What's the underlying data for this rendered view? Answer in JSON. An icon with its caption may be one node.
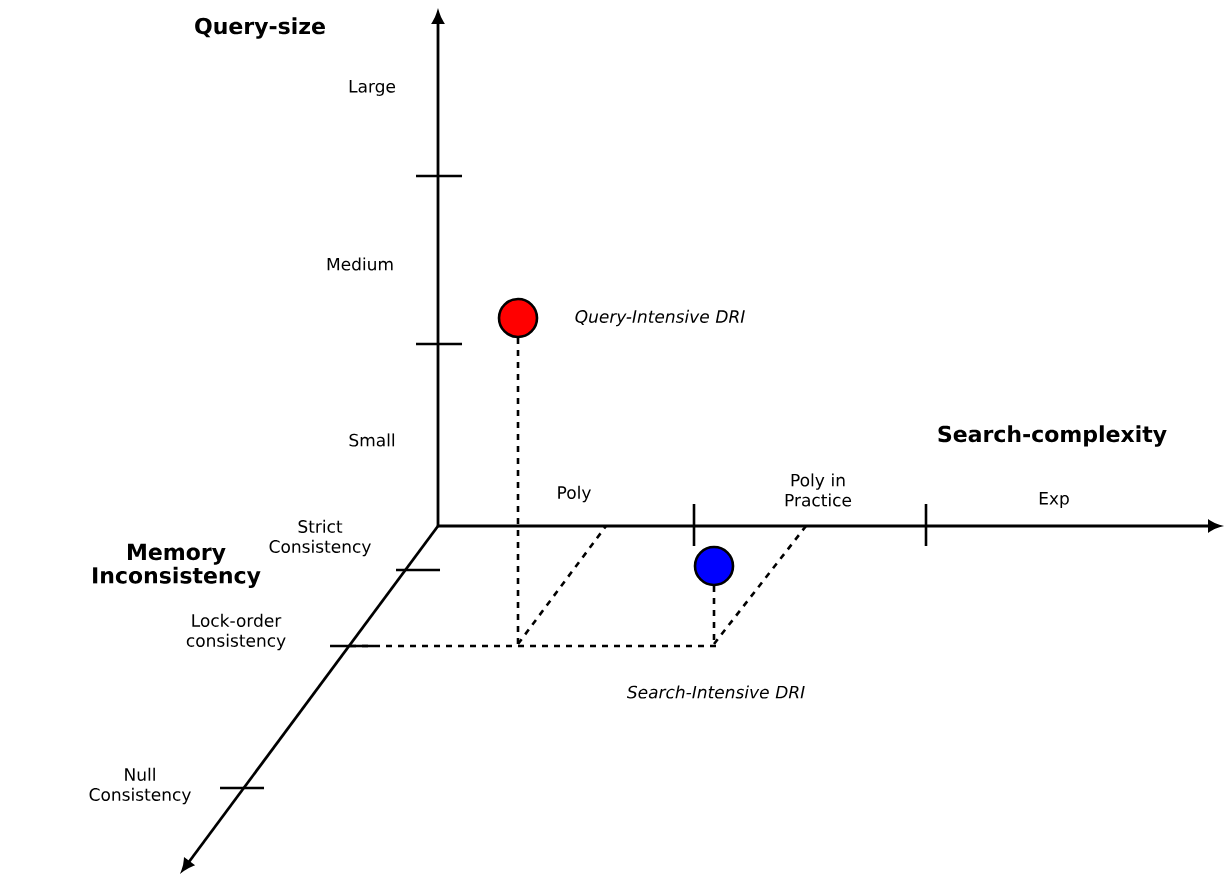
{
  "diagram": {
    "labels": [
      "Query-size",
      "Large",
      "Medium",
      "Query-Intensive DRI",
      "Small",
      "Search-complexity",
      "Poly",
      "Poly in Practice",
      "Exp",
      "Memory Inconsistency",
      "Strict Consistency",
      "Lock-order consistency",
      "Search-Intensive DRI",
      "Null Consistency"
    ]
  }
}
